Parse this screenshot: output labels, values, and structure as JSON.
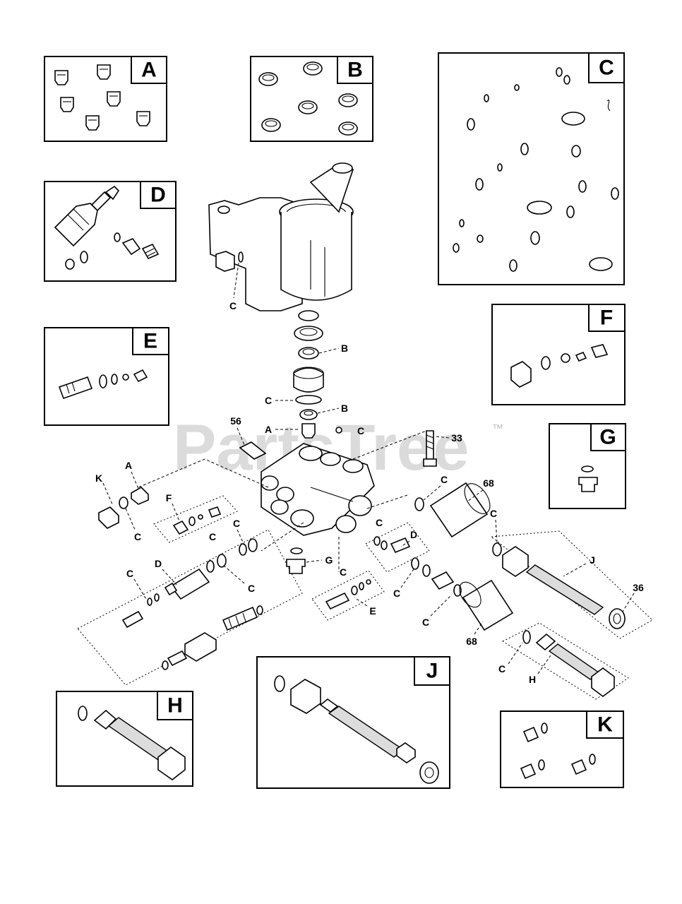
{
  "watermark": {
    "text": "PartsTree",
    "trademark": "™"
  },
  "kits": [
    {
      "id": "kit-a",
      "label": "A"
    },
    {
      "id": "kit-b",
      "label": "B"
    },
    {
      "id": "kit-c",
      "label": "C"
    },
    {
      "id": "kit-d",
      "label": "D"
    },
    {
      "id": "kit-e",
      "label": "E"
    },
    {
      "id": "kit-f",
      "label": "F"
    },
    {
      "id": "kit-g",
      "label": "G"
    },
    {
      "id": "kit-h",
      "label": "H"
    },
    {
      "id": "kit-j",
      "label": "J"
    },
    {
      "id": "kit-k",
      "label": "K"
    }
  ],
  "callouts": {
    "c_crankcase": "C",
    "b_upper": "B",
    "c_seal": "C",
    "b_lower": "B",
    "part_56": "56",
    "a_center": "A",
    "c_center": "C",
    "part_33": "33",
    "a_left": "A",
    "k_left": "K",
    "c_left": "C",
    "f_left": "F",
    "c_f": "C",
    "c_top_left": "C",
    "d_left": "D",
    "c_left2": "C",
    "c_left3": "C",
    "g_center": "G",
    "c_e": "C",
    "e_center": "E",
    "c_upper_right": "C",
    "part_68_top": "68",
    "c_mid": "C",
    "d_mid": "D",
    "c_mid2": "C",
    "c_mid3": "C",
    "c_right": "C",
    "j_right": "J",
    "part_36": "36",
    "part_68_bottom": "68",
    "c_right2": "C",
    "h_right": "H"
  }
}
